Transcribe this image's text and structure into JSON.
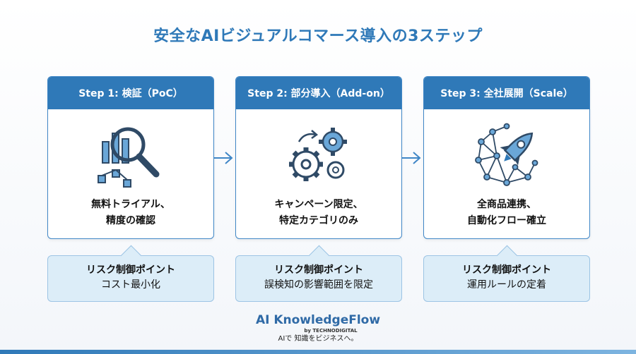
{
  "title": "安全なAIビジュアルコマース導入の3ステップ",
  "colors": {
    "primary": "#2f79b8",
    "risk_bg": "#dcedf8",
    "icon_dark": "#2f4a66",
    "icon_light": "#6aa7d8"
  },
  "steps": [
    {
      "header": "Step 1: 検証（PoC）",
      "icon": "magnifier-chart-icon",
      "desc_line1": "無料トライアル、",
      "desc_line2": "精度の確認",
      "risk_title": "リスク制御ポイント",
      "risk_text": "コスト最小化"
    },
    {
      "header": "Step 2: 部分導入（Add-on）",
      "icon": "gears-icon",
      "desc_line1": "キャンペーン限定、",
      "desc_line2": "特定カテゴリのみ",
      "risk_title": "リスク制御ポイント",
      "risk_text": "誤検知の影響範囲を限定"
    },
    {
      "header": "Step 3: 全社展開（Scale）",
      "icon": "rocket-network-icon",
      "desc_line1": "全商品連携、",
      "desc_line2": "自動化フロー確立",
      "risk_title": "リスク制御ポイント",
      "risk_text": "運用ルールの定着"
    }
  ],
  "brand": {
    "name": "AI KnowledgeFlow",
    "by": "by TECHNODIGITAL",
    "tagline": "AIで 知識をビジネスへ。"
  }
}
